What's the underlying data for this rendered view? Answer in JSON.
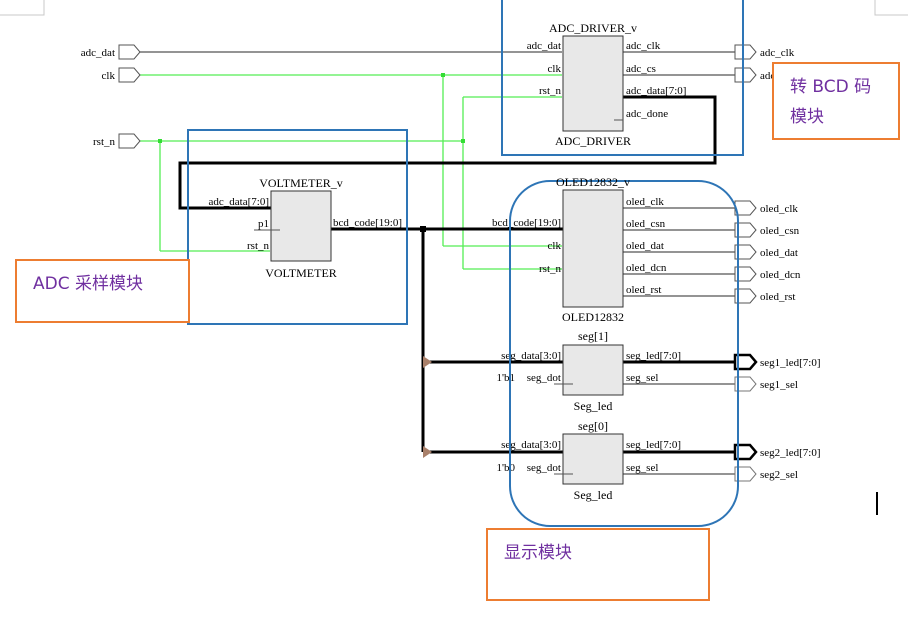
{
  "ports_in": [
    {
      "name": "adc_dat"
    },
    {
      "name": "clk"
    },
    {
      "name": "rst_n"
    }
  ],
  "ports_out": [
    {
      "name": "adc_clk"
    },
    {
      "name": "adc_cs"
    },
    {
      "name": "oled_clk"
    },
    {
      "name": "oled_csn"
    },
    {
      "name": "oled_dat"
    },
    {
      "name": "oled_dcn"
    },
    {
      "name": "oled_rst"
    },
    {
      "name": "seg1_led[7:0]"
    },
    {
      "name": "seg1_sel"
    },
    {
      "name": "seg2_led[7:0]"
    },
    {
      "name": "seg2_sel"
    }
  ],
  "blocks": {
    "adc_driver": {
      "type_label": "ADC_DRIVER_v",
      "instance_label": "ADC_DRIVER",
      "inputs": [
        "adc_dat",
        "clk",
        "rst_n"
      ],
      "outputs": [
        "adc_clk",
        "adc_cs",
        "adc_data[7:0]",
        "adc_done"
      ]
    },
    "voltmeter": {
      "type_label": "VOLTMETER_v",
      "instance_label": "VOLTMETER",
      "inputs": [
        "adc_data[7:0]",
        "p1",
        "rst_n"
      ],
      "outputs": [
        "bcd_code[19:0]"
      ]
    },
    "oled": {
      "type_label": "OLED12832_v",
      "instance_label": "OLED12832",
      "inputs": [
        "bcd_code[19:0]",
        "clk",
        "rst_n"
      ],
      "outputs": [
        "oled_clk",
        "oled_csn",
        "oled_dat",
        "oled_dcn",
        "oled_rst"
      ]
    },
    "seg1": {
      "type_label": "seg[1]",
      "instance_label": "Seg_led",
      "inputs": [
        "seg_data[3:0]",
        "seg_dot"
      ],
      "const": "1'b1",
      "outputs": [
        "seg_led[7:0]",
        "seg_sel"
      ]
    },
    "seg0": {
      "type_label": "seg[0]",
      "instance_label": "Seg_led",
      "inputs": [
        "seg_data[3:0]",
        "seg_dot"
      ],
      "const": "1'b0",
      "outputs": [
        "seg_led[7:0]",
        "seg_sel"
      ]
    }
  },
  "annotations": {
    "bcd": "转 BCD 码模块",
    "bcd_line1": "转 BCD 码",
    "bcd_line2": "模块",
    "adc": "ADC 采样模块",
    "display": "显示模块"
  },
  "colors": {
    "wire": "#555555",
    "bus": "#000000",
    "clock_net": "#55ee55",
    "group_outline": "#2e75b6",
    "note_border": "#ed7d31",
    "note_text": "#7030a0",
    "block_fill": "#e8e8e8"
  }
}
